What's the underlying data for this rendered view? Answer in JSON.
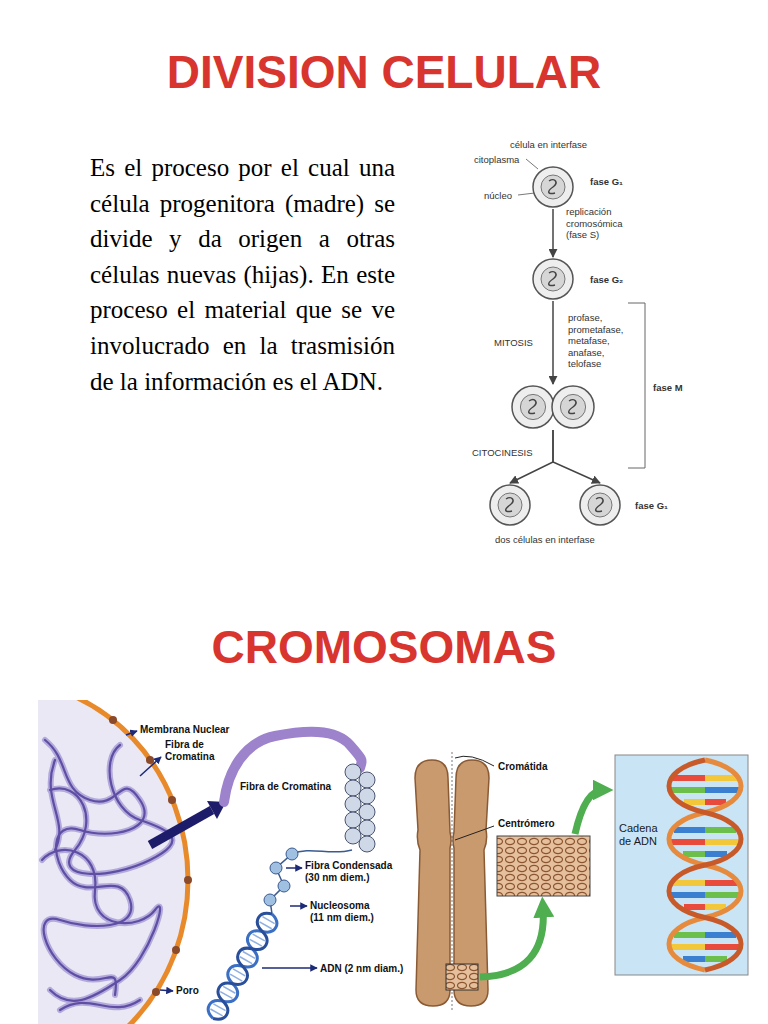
{
  "diagram": {
    "title": "DIVISION CELULAR",
    "nodes": [
      {
        "text": [
          "célula en interfase",
          "fase G₁"
        ]
      },
      {
        "text": [
          "fase G₂"
        ]
      },
      {
        "text": [
          "CITOCINESIS"
        ]
      },
      {
        "text": [
          "dos células en interfase"
        ]
      },
      {
        "text": [
          "fase G₁"
        ]
      }
    ],
    "edges": [
      {
        "from": 0,
        "to": 1,
        "arrow": "to",
        "label": "replicación cromosómica (fase S)"
      },
      {
        "from": 1,
        "to": 2,
        "arrow": "to",
        "label": "MITOSIS"
      },
      {
        "from": 2,
        "to": 3,
        "arrow": "to"
      },
      {
        "from": 2,
        "to": 4,
        "arrow": "to"
      }
    ],
    "labels": [
      "Es el proceso por el cual una célula progenitora (madre) se divide y da origen a otras células nuevas (hijas). En este proceso el material que se ve involucrado en la trasmisión de la información es el ADN.",
      "citoplasma",
      "núcleo",
      "profase, prometafase, metafase, anafase, telofase",
      "fase M",
      "CROMOSOMAS",
      "Membrana Nuclear",
      "Fibra de Cromatina",
      "Fibra de Cromatina",
      "Fibra Condensada (30 nm diem.)",
      "Nucleosoma (11 nm diem.)",
      "ADN (2 nm diam.)",
      "Poro",
      "Cromátida",
      "Centrómero",
      "Cadena de ADN"
    ]
  }
}
